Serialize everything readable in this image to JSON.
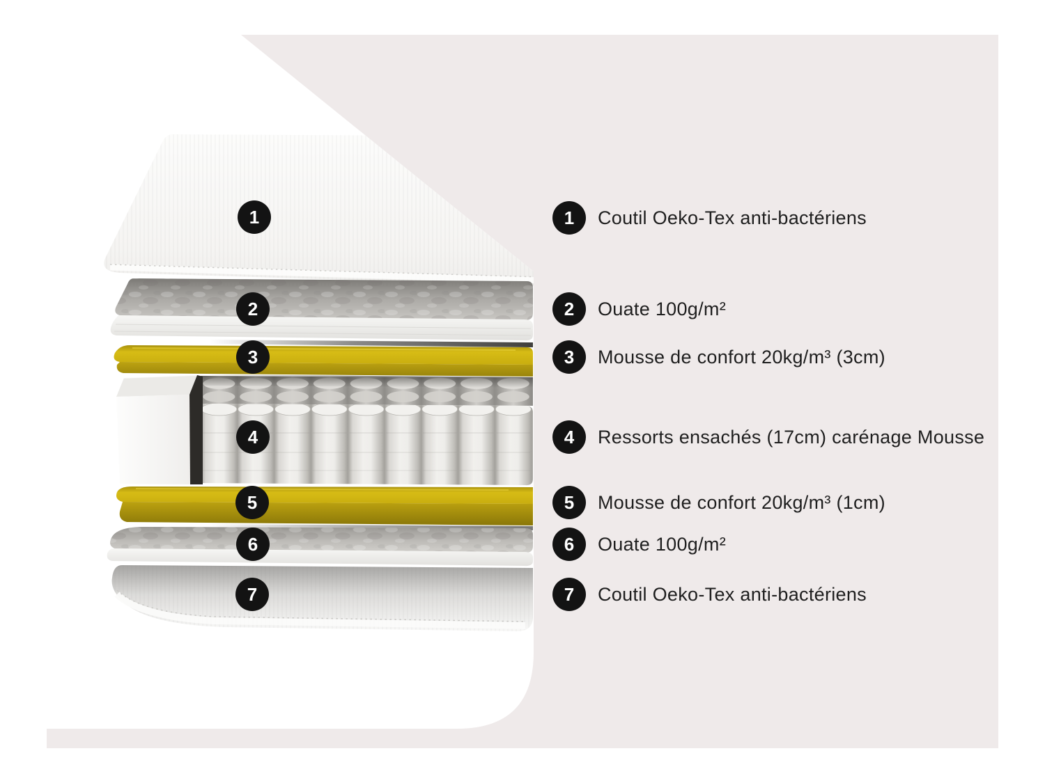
{
  "palette": {
    "page_bg": "#FFFFFF",
    "panel_bg": "#EFEAEA",
    "foam_yellow": "#D2B711",
    "badge_bg": "#131313",
    "badge_text": "#FFFFFF",
    "label_text": "#1E1E1E"
  },
  "layers": [
    {
      "num": "1",
      "label": "Coutil Oeko-Tex anti-bactériens"
    },
    {
      "num": "2",
      "label": "Ouate 100g/m²"
    },
    {
      "num": "3",
      "label": "Mousse de confort 20kg/m³ (3cm)"
    },
    {
      "num": "4",
      "label": "Ressorts ensachés (17cm) carénage Mousse"
    },
    {
      "num": "5",
      "label": "Mousse de confort 20kg/m³ (1cm)"
    },
    {
      "num": "6",
      "label": "Ouate 100g/m²"
    },
    {
      "num": "7",
      "label": "Coutil Oeko-Tex anti-bactériens"
    }
  ]
}
